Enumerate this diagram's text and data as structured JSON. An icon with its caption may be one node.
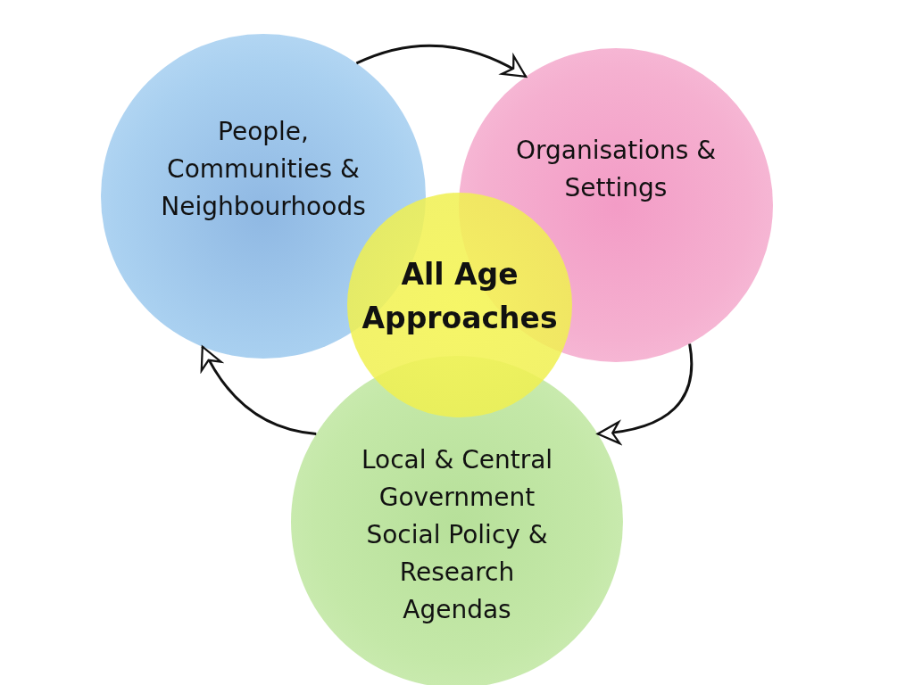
{
  "diagram": {
    "nodes": [
      {
        "text": [
          "People, Communities & Neighbourhoods"
        ]
      },
      {
        "text": [
          "Organisations & Settings"
        ]
      },
      {
        "text": [
          "All Age Approaches"
        ]
      },
      {
        "text": [
          "Local & Central Government Social Policy & Research Agendas"
        ]
      }
    ],
    "edges": [
      {
        "from": 0,
        "to": 1,
        "arrow": "to"
      },
      {
        "from": 1,
        "to": 3,
        "arrow": "to"
      },
      {
        "from": 3,
        "to": 0,
        "arrow": "to"
      }
    ]
  }
}
